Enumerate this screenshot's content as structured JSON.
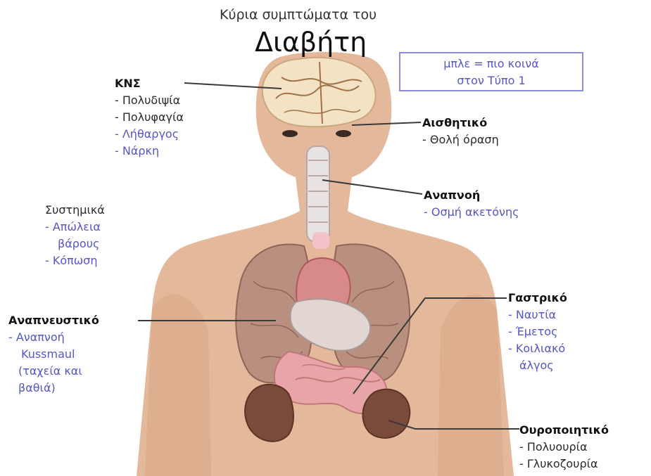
{
  "title": {
    "sup": "Κύρια συμπτώματα του",
    "main": "Διαβήτη"
  },
  "legend": {
    "line1": "μπλε = πιο κοινά",
    "line2": "στον Τύπο 1"
  },
  "groups": {
    "kns": {
      "heading": "ΚΝΣ",
      "items": [
        "- Πολυδιψία",
        "- Πολυφαγία",
        "- Λήθαργος",
        "- Νάρκη"
      ]
    },
    "aisthitiko": {
      "heading": "Αισθητικό",
      "items": [
        "- Θολή όραση"
      ]
    },
    "anapnoi": {
      "heading": "Αναπνοή",
      "items": [
        "- Οσμή ακετόνης"
      ]
    },
    "systimika": {
      "heading": "Συστημικά",
      "items": [
        "- Απώλεια",
        "βάρους",
        "- Κόπωση"
      ]
    },
    "anapneustiko": {
      "heading": "Αναπνευστικό",
      "items": [
        "- Αναπνοή",
        "Kussmaul",
        "(ταχεία και",
        "βαθιά)"
      ]
    },
    "gastriko": {
      "heading": "Γαστρικό",
      "items": [
        "- Ναυτία",
        "- Έμετος",
        "- Κοιλιακό",
        "άλγος"
      ]
    },
    "ouropoiitiko": {
      "heading": "Ουροποιητικό",
      "items": [
        "- Πολυουρία",
        "- Γλυκοζουρία"
      ]
    }
  },
  "colors": {
    "skin": "#e4b89a",
    "skin_shadow": "#c99676",
    "common_type1": "#5656c8",
    "text": "#2b2b2b",
    "brain": "#f3e2c4",
    "lung": "#b98f80",
    "heart": "#d88a8a",
    "kidney": "#7a4a3a",
    "intestine": "#e7a5a8"
  }
}
